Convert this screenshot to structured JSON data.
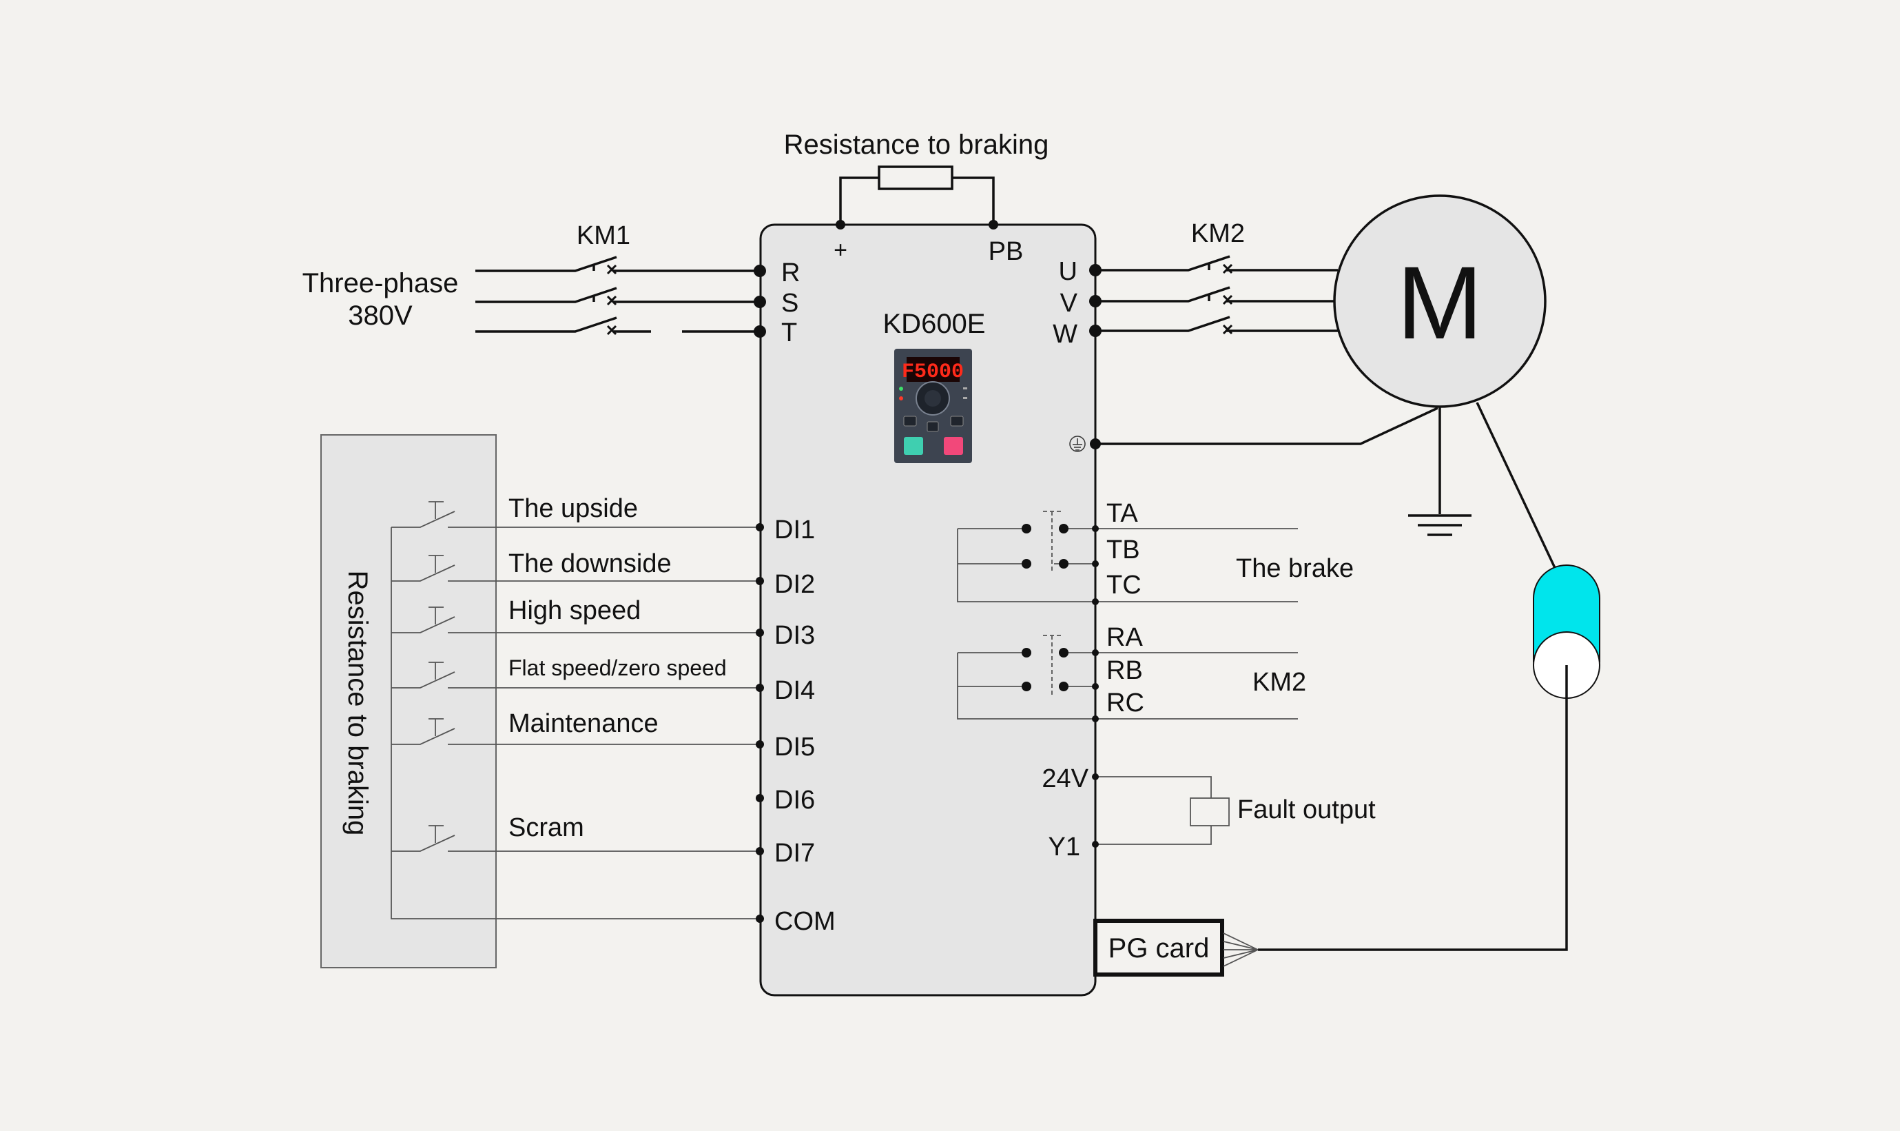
{
  "title": "Resistance to braking",
  "side_label": "Resistance to braking",
  "supply": {
    "line1": "Three-phase",
    "line2": "380V"
  },
  "contactors": {
    "km1": "KM1",
    "km2": "KM2"
  },
  "drive": {
    "model": "KD600E",
    "display": "F5000",
    "terminals_top": {
      "plus": "+",
      "pb": "PB"
    },
    "input_terminals": [
      "R",
      "S",
      "T"
    ],
    "output_terminals": [
      "U",
      "V",
      "W"
    ],
    "digital_inputs": [
      "DI1",
      "DI2",
      "DI3",
      "DI4",
      "DI5",
      "DI6",
      "DI7"
    ],
    "common": "COM",
    "relay_terminals": [
      "TA",
      "TB",
      "TC",
      "RA",
      "RB",
      "RC"
    ],
    "supply_terminal": "24V",
    "output_y1": "Y1"
  },
  "motor": {
    "label": "M"
  },
  "input_labels": {
    "di1": "The upside",
    "di2": "The downside",
    "di3": "High speed",
    "di4": "Flat speed/zero speed",
    "di5": "Maintenance",
    "di7": "Scram"
  },
  "relay_labels": {
    "brake": "The brake",
    "km2": "KM2"
  },
  "fault_output": "Fault output",
  "pg_card": "PG card",
  "colors": {
    "background": "#f3f2ef",
    "drive_body": "#e5e5e5",
    "encoder": "#00e5ec",
    "keypad": "#3d4450",
    "display_red": "#ff2a1a"
  }
}
